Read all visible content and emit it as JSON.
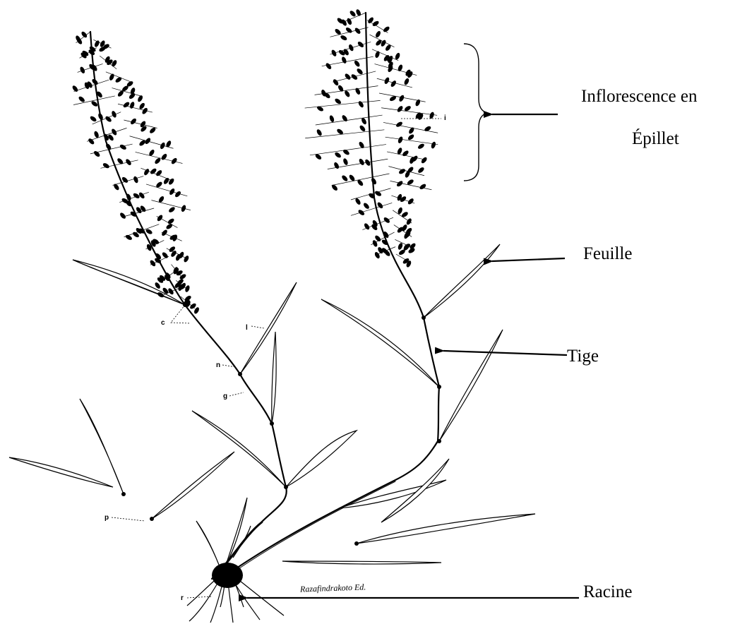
{
  "labels": {
    "inflorescence_line1": "Inflorescence en",
    "inflorescence_line2": "Épillet",
    "feuille": "Feuille",
    "tige": "Tige",
    "racine": "Racine"
  },
  "part_letters": {
    "i": "i",
    "c": "c",
    "l": "l",
    "n": "n",
    "g": "g",
    "p": "p",
    "r": "r"
  },
  "signature": "Razafindrakoto Ed.",
  "colors": {
    "ink": "#000000",
    "background": "#ffffff"
  }
}
